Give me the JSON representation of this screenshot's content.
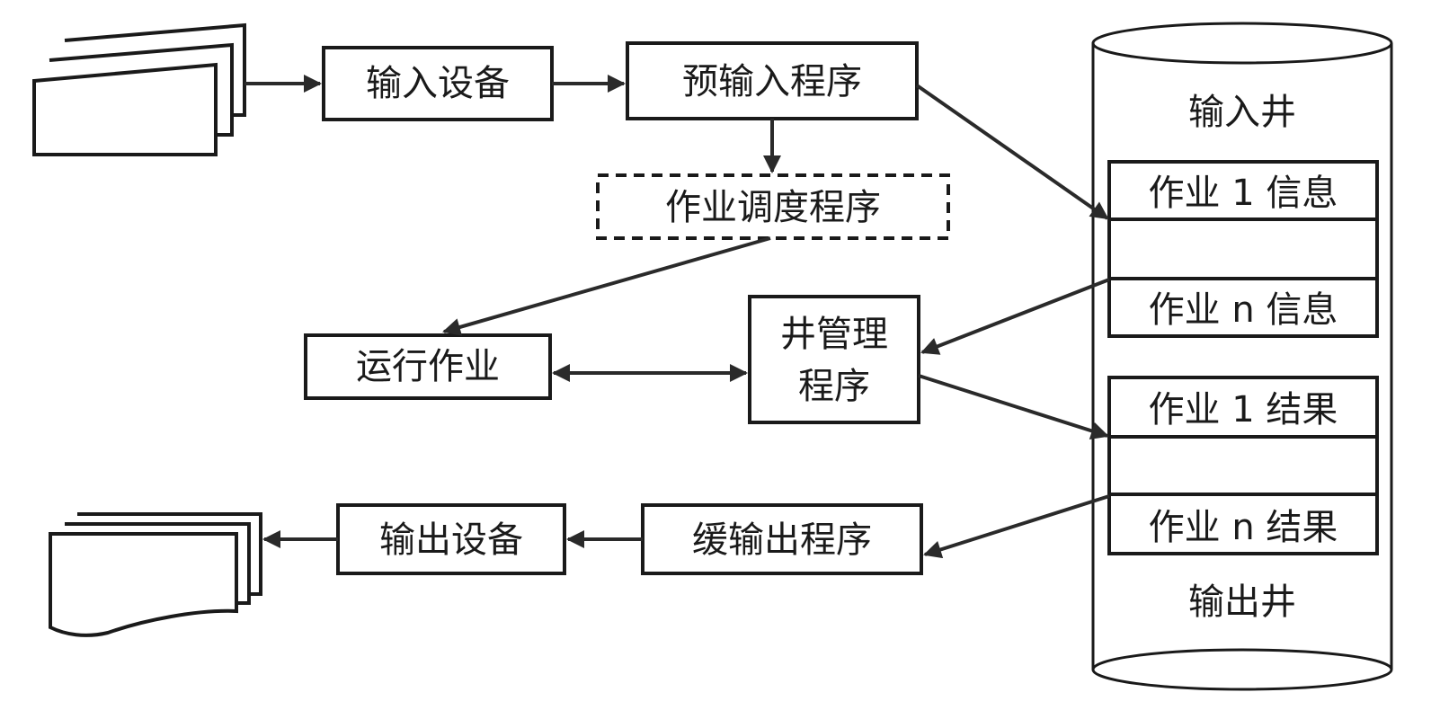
{
  "diagram": {
    "nodes": {
      "input_device": "输入设备",
      "pre_input_program": "预输入程序",
      "job_scheduler": "作业调度程序",
      "run_job": "运行作业",
      "spool_manager_line1": "井管理",
      "spool_manager_line2": "程序",
      "spool_output_program": "缓输出程序",
      "output_device": "输出设备"
    },
    "spool_disk": {
      "input_well_label": "输入井",
      "output_well_label": "输出井",
      "input_slots": [
        "作业 1 信息",
        "",
        "作业 n 信息"
      ],
      "output_slots": [
        "作业 1 结果",
        "",
        "作业 n 结果"
      ]
    },
    "edges": [
      {
        "from": "input_documents",
        "to": "input_device"
      },
      {
        "from": "input_device",
        "to": "pre_input_program"
      },
      {
        "from": "pre_input_program",
        "to": "job_scheduler"
      },
      {
        "from": "pre_input_program",
        "to": "input_well"
      },
      {
        "from": "job_scheduler",
        "to": "run_job"
      },
      {
        "from": "run_job",
        "to": "spool_manager",
        "bidirectional": true
      },
      {
        "from": "input_well",
        "to": "spool_manager"
      },
      {
        "from": "spool_manager",
        "to": "output_well"
      },
      {
        "from": "output_well",
        "to": "spool_output_program"
      },
      {
        "from": "spool_output_program",
        "to": "output_device"
      },
      {
        "from": "output_device",
        "to": "output_documents"
      }
    ]
  }
}
